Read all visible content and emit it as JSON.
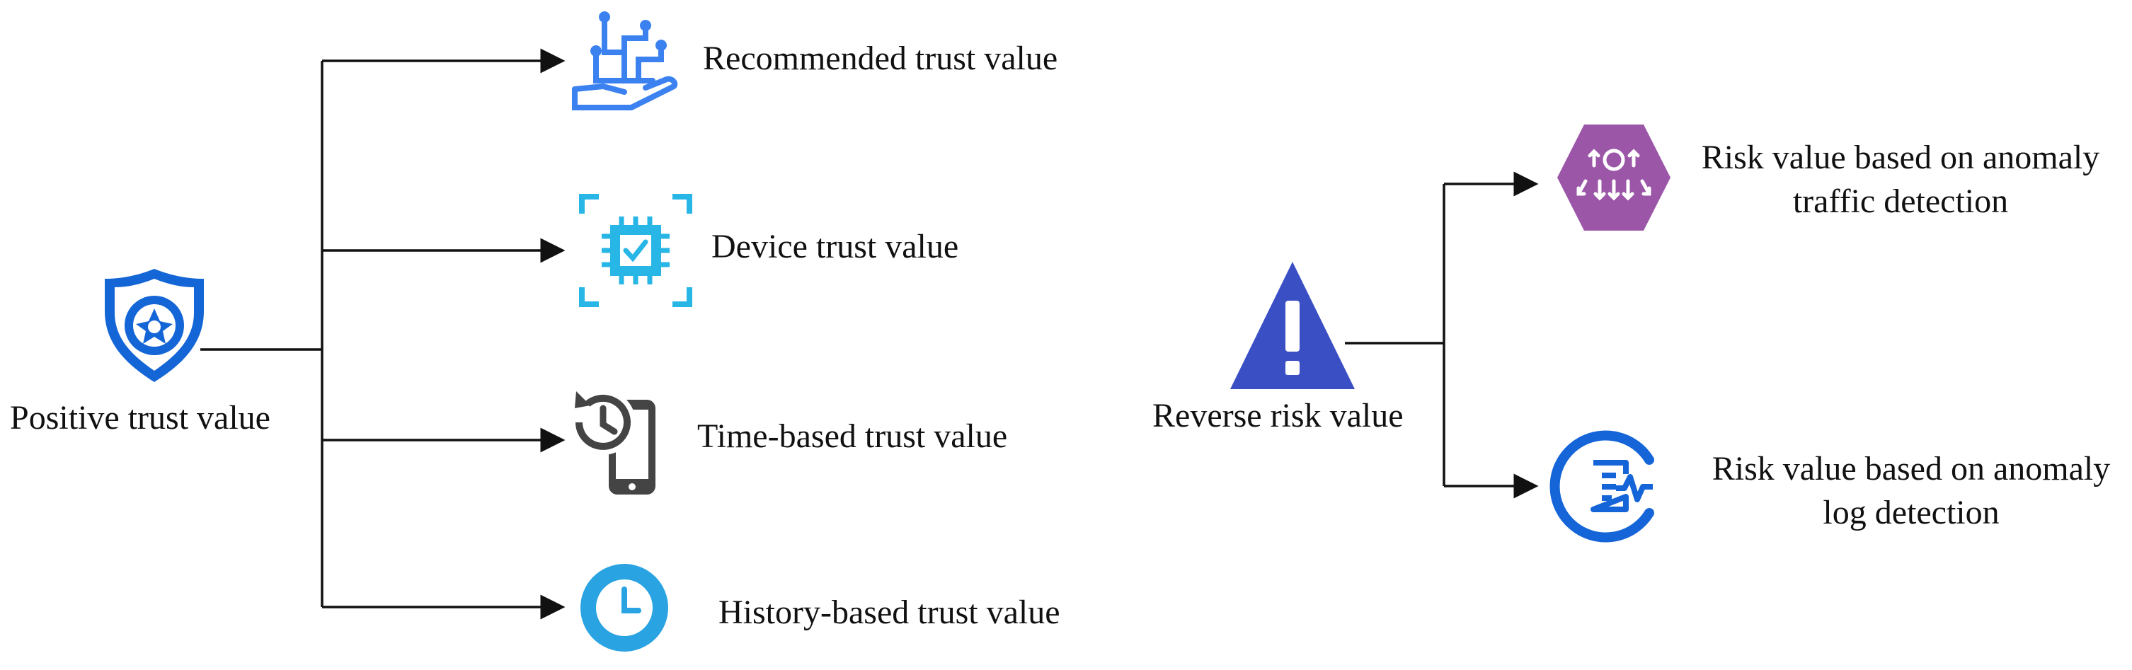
{
  "left_group": {
    "root_label": "Positive trust value",
    "root_icon": "shield-icon",
    "items": [
      {
        "label": "Recommended trust value",
        "icon": "hand-data-icon"
      },
      {
        "label": "Device trust value",
        "icon": "chip-check-icon"
      },
      {
        "label": "Time-based trust value",
        "icon": "phone-history-icon"
      },
      {
        "label": "History-based trust value",
        "icon": "clock-icon"
      }
    ]
  },
  "right_group": {
    "root_label": "Reverse risk value",
    "root_icon": "warning-triangle-icon",
    "items": [
      {
        "label_line1": "Risk value based on anomaly",
        "label_line2": "traffic detection",
        "icon": "traffic-hexagon-icon"
      },
      {
        "label_line1": "Risk value based on anomaly",
        "label_line2": "log detection",
        "icon": "log-monitor-icon"
      }
    ]
  },
  "colors": {
    "shield_blue": "#1466d6",
    "hand_blue": "#3b82f0",
    "chip_cyan": "#27b6e6",
    "phone_gray": "#444444",
    "clock_blue": "#2aa3e2",
    "warning_blue": "#3a4fc4",
    "hexagon_purple": "#9b56a8",
    "log_blue": "#1565d8",
    "connector": "#111111"
  }
}
